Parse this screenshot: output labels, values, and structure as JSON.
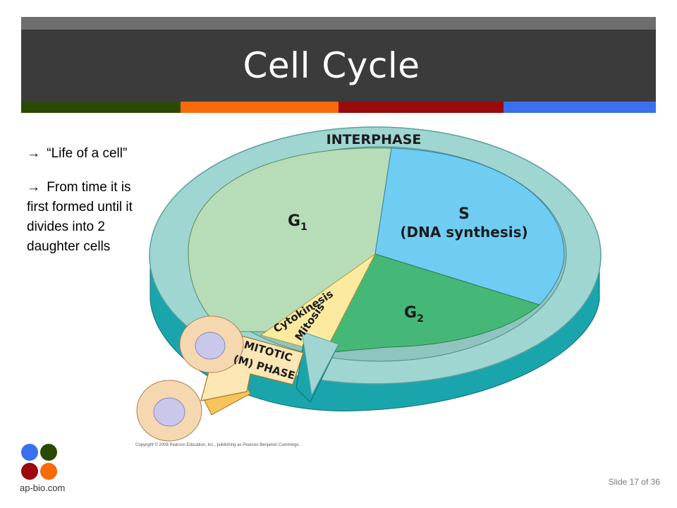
{
  "slide": {
    "title": "Cell Cycle",
    "stripe_colors": [
      "#2a4a04",
      "#f96a0a",
      "#9a0a0a",
      "#3a6ff0"
    ]
  },
  "bullets": [
    {
      "icon": "right-arrow-icon",
      "arrow": "→",
      "text": "“Life of a cell”"
    },
    {
      "icon": "right-arrow-icon",
      "arrow": "→",
      "text": "From time it is first formed until it divides into 2 daughter cells"
    }
  ],
  "diagram": {
    "interphase_label": "INTERPHASE",
    "g1_label": "G",
    "g1_sub": "1",
    "s_label": "S",
    "s_detail": "(DNA synthesis)",
    "g2_label": "G",
    "g2_sub": "2",
    "cytokinesis_label": "Cytokinesis",
    "mitosis_label": "Mitosis",
    "mitotic_line1": "MITOTIC",
    "mitotic_line2": "(M) PHASE",
    "copyright": "Copyright © 2008 Pearson Education, Inc., publishing as Pearson Benjamin Cummings.",
    "colors": {
      "ring_top": "#9fd6d2",
      "ring_side": "#1aa5ad",
      "g1": "#b6ddb8",
      "s": "#6fcdf4",
      "g2": "#45b877",
      "mitosis": "#fbeaa0",
      "m_arrow": "#fde7b5",
      "m_arrow_side": "#f6c45a",
      "cell": "#f5d7b0",
      "nucleus": "#c9c8ea"
    }
  },
  "footer": {
    "logo_text": "ap-bio.com",
    "logo_colors": [
      "#3a6ff0",
      "#2a4a04",
      "#9a0a0a",
      "#f96a0a"
    ],
    "slide_label": "Slide 17 of 36"
  }
}
